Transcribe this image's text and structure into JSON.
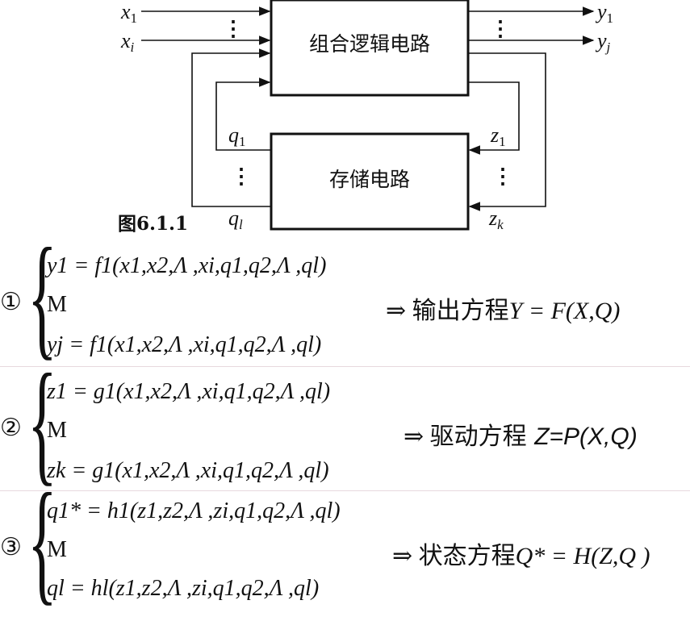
{
  "diagram": {
    "combo_box_label": "组合逻辑电路",
    "storage_box_label": "存储电路",
    "figure_label": "图6.1.1",
    "inputs": [
      "x1",
      "xi"
    ],
    "outputs": [
      "y1",
      "yj"
    ],
    "state_labels": [
      "q1",
      "ql"
    ],
    "drive_labels": [
      "z1",
      "zk"
    ],
    "ellipsis": "⋮"
  },
  "equations": [
    {
      "number": "①",
      "first": "y1 = f1(x1,x2,Λ ,xi,q1,q2,Λ ,ql)",
      "middle": "M",
      "last": "yj = f1(x1,x2,Λ ,xi,q1,q2,Λ ,ql)",
      "result_prefix": "⇒ ",
      "result_name": "输出方程",
      "result_formula": "Y = F(X,Q)"
    },
    {
      "number": "②",
      "first": "z1 = g1(x1,x2,Λ ,xi,q1,q2,Λ ,ql)",
      "middle": "M",
      "last": "zk = g1(x1,x2,Λ ,xi,q1,q2,Λ ,ql)",
      "result_prefix": "⇒ ",
      "result_name": "驱动方程 ",
      "result_formula": "Z=P(X,Q)"
    },
    {
      "number": "③",
      "first": "q1* = h1(z1,z2,Λ ,zi,q1,q2,Λ ,ql)",
      "middle": "M",
      "last": "ql = hl(z1,z2,Λ ,zi,q1,q2,Λ ,ql)",
      "result_prefix": "⇒ ",
      "result_name": "状态方程",
      "result_formula": "Q* = H(Z,Q )"
    }
  ]
}
